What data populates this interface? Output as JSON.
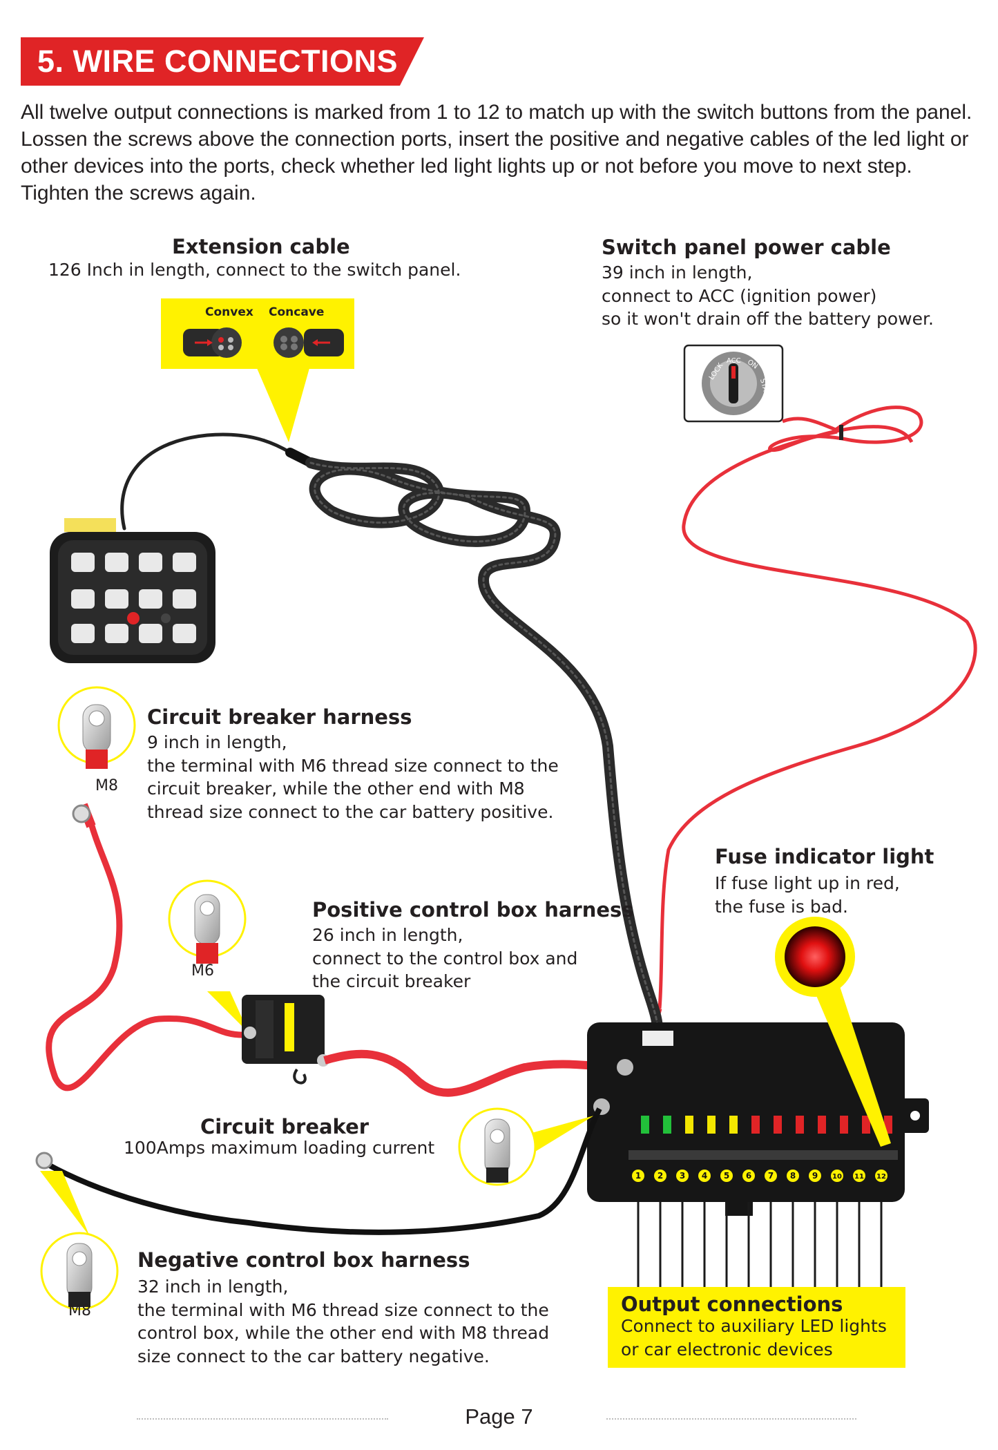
{
  "section": {
    "title": "5. WIRE CONNECTIONS"
  },
  "intro": "All twelve output connections is marked from 1 to 12 to match up with the switch buttons from the panel. Lossen the screws above the connection ports, insert the positive and negative cables of the led light or other devices into the ports, check whether led light lights up or not before you move to next step. Tighten the screws again.",
  "extension_cable": {
    "title": "Extension cable",
    "lines": [
      "126 Inch in length, connect to the switch panel."
    ],
    "connector_labels": [
      "Convex",
      "Concave"
    ]
  },
  "switch_power_cable": {
    "title": "Switch panel power cable",
    "lines": [
      "39 inch in length,",
      "connect to ACC (ignition power)",
      "so it won't drain off the battery power."
    ],
    "ignition_labels": [
      "LOCK",
      "ACC",
      "ON",
      "START"
    ]
  },
  "circuit_breaker_harness": {
    "title": "Circuit breaker harness",
    "lines": [
      "9 inch in length,",
      "the terminal with M6 thread size connect to the",
      "circuit breaker, while the other end with M8",
      "thread size connect to the car battery positive."
    ],
    "terminal": "M8"
  },
  "positive_harness": {
    "title": "Positive control box harness",
    "lines": [
      "26 inch in length,",
      "connect to the control box and",
      "the circuit breaker"
    ],
    "terminal": "M6"
  },
  "fuse_indicator": {
    "title": "Fuse indicator light",
    "lines": [
      "If fuse light up in red,",
      "the fuse is bad."
    ]
  },
  "circuit_breaker": {
    "title": "Circuit breaker",
    "lines": [
      "100Amps maximum loading current"
    ]
  },
  "negative_harness": {
    "title": "Negative control box harness",
    "lines": [
      "32 inch in length,",
      "the terminal with M6 thread size connect to the",
      "control box, while the other end with M8 thread",
      "size connect to the car battery negative."
    ],
    "terminal": "M8"
  },
  "output_connections": {
    "title": "Output connections",
    "lines": [
      "Connect to auxiliary LED lights",
      "or car electronic devices"
    ],
    "ports": [
      "1",
      "2",
      "3",
      "4",
      "5",
      "6",
      "7",
      "8",
      "9",
      "10",
      "11",
      "12"
    ]
  },
  "page": {
    "label": "Page 7"
  },
  "colors": {
    "accent_red": "#e02426",
    "highlight_yellow": "#fff200",
    "wire_red": "#e8303a",
    "braid": "#1e1e1e"
  }
}
